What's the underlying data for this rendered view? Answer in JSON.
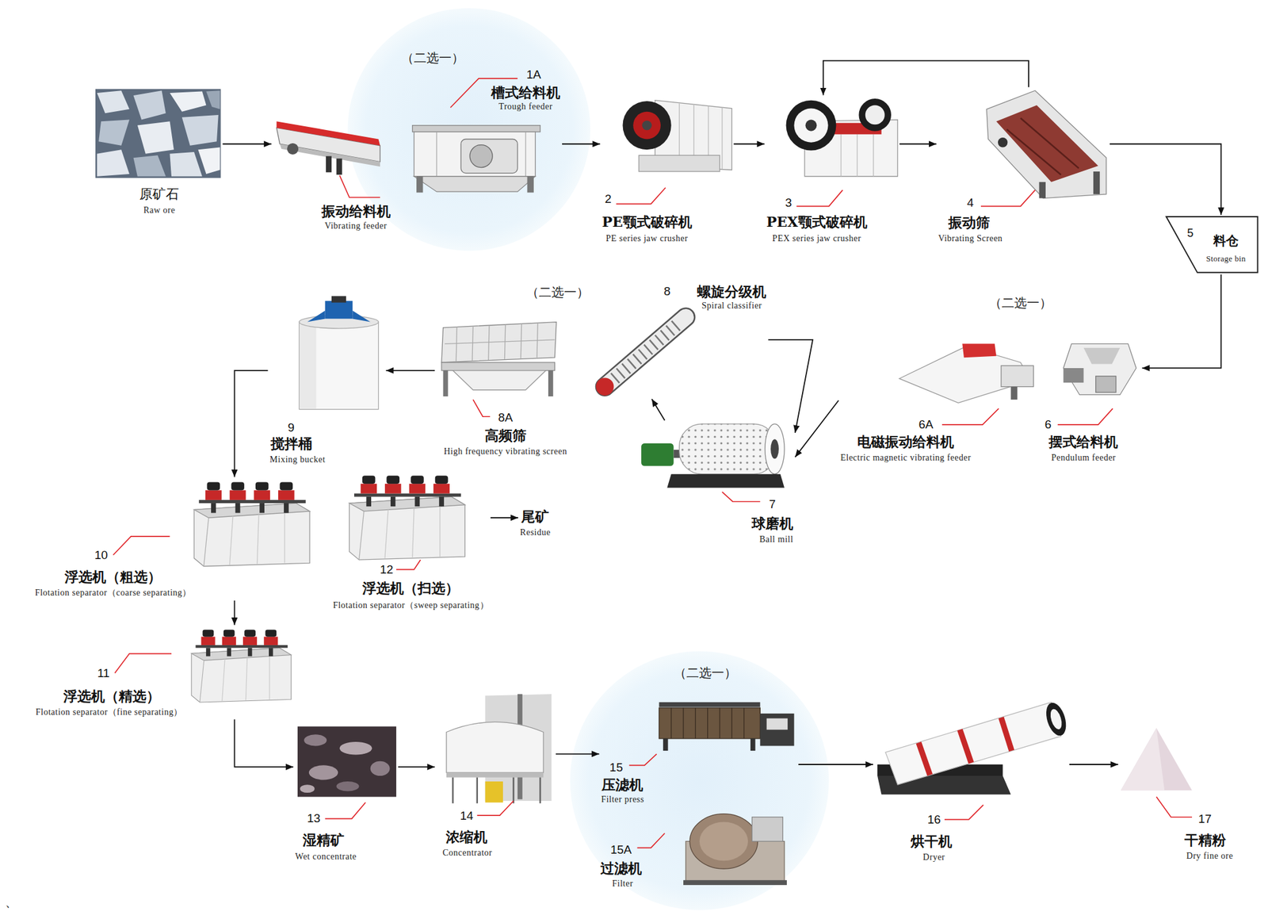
{
  "diagram": {
    "nodes": [
      {
        "text": [
          "原矿石",
          "Raw ore"
        ]
      },
      {
        "text": [
          "振动给料机",
          "Vibrating feeder"
        ]
      },
      {
        "text": [
          "1A",
          "槽式给料机",
          "Trough feeder"
        ]
      },
      {
        "text": [
          "2",
          "PE颚式破碎机",
          "PE series jaw crusher"
        ]
      },
      {
        "text": [
          "3",
          "PEX颚式破碎机",
          "PEX series jaw crusher"
        ]
      },
      {
        "text": [
          "4",
          "振动筛",
          "Vibrating Screen"
        ]
      },
      {
        "text": [
          "5",
          "料仓",
          "Storage bin"
        ]
      },
      {
        "text": [
          "6A",
          "电磁振动给料机",
          "Electric magnetic vibrating feeder"
        ]
      },
      {
        "text": [
          "6",
          "摆式给料机",
          "Pendulum feeder"
        ]
      },
      {
        "text": [
          "8",
          "螺旋分级机",
          "Spiral classifier"
        ]
      },
      {
        "text": [
          "8A",
          "高频筛",
          "High frequency vibrating screen"
        ]
      },
      {
        "text": [
          "7",
          "球磨机",
          "Ball mill"
        ]
      },
      {
        "text": [
          "9",
          "搅拌桶",
          "Mixing bucket"
        ]
      },
      {
        "text": [
          "10",
          "浮选机（粗选）",
          "Flotation separator（coarse separating）"
        ]
      },
      {
        "text": [
          "12",
          "浮选机（扫选）",
          "Flotation separator（sweep separating）"
        ]
      },
      {
        "text": [
          "尾矿",
          "Residue"
        ]
      },
      {
        "text": [
          "11",
          "浮选机（精选）",
          "Flotation separator（fine separating）"
        ]
      },
      {
        "text": [
          "13",
          "湿精矿",
          "Wet concentrate"
        ]
      },
      {
        "text": [
          "14",
          "浓缩机",
          "Concentrator"
        ]
      },
      {
        "text": [
          "15",
          "压滤机",
          "Filter press"
        ]
      },
      {
        "text": [
          "15A",
          "过滤机",
          "Filter"
        ]
      },
      {
        "text": [
          "16",
          "烘干机",
          "Dryer"
        ]
      },
      {
        "text": [
          "17",
          "干精粉",
          "Dry fine ore"
        ]
      }
    ],
    "edges": [
      {
        "from": 0,
        "to": 1,
        "arrow": "to"
      },
      {
        "from": 2,
        "to": 3,
        "arrow": "to"
      },
      {
        "from": 3,
        "to": 4,
        "arrow": "to"
      },
      {
        "from": 4,
        "to": 5,
        "arrow": "to"
      },
      {
        "from": 5,
        "to": 4,
        "arrow": "to"
      },
      {
        "from": 5,
        "to": 6,
        "arrow": "to"
      },
      {
        "from": 6,
        "to": 8,
        "arrow": "to"
      },
      {
        "from": 7,
        "to": 11,
        "arrow": "to"
      },
      {
        "from": 11,
        "to": 9,
        "arrow": "to"
      },
      {
        "from": 9,
        "to": 11,
        "arrow": "to"
      },
      {
        "from": 10,
        "to": 12,
        "arrow": "to"
      },
      {
        "from": 12,
        "to": 13,
        "arrow": "to"
      },
      {
        "from": 14,
        "to": 15,
        "arrow": "to"
      },
      {
        "from": 13,
        "to": 16,
        "arrow": "to"
      },
      {
        "from": 16,
        "to": 17,
        "arrow": "to"
      },
      {
        "from": 17,
        "to": 18,
        "arrow": "to"
      },
      {
        "from": 18,
        "to": 19,
        "arrow": "to"
      },
      {
        "from": 19,
        "to": 21,
        "arrow": "to"
      },
      {
        "from": 21,
        "to": 22,
        "arrow": "to"
      }
    ],
    "labels": [
      "（二选一）",
      "（二选一）",
      "（二选一）",
      "（二选一）",
      "、"
    ]
  }
}
